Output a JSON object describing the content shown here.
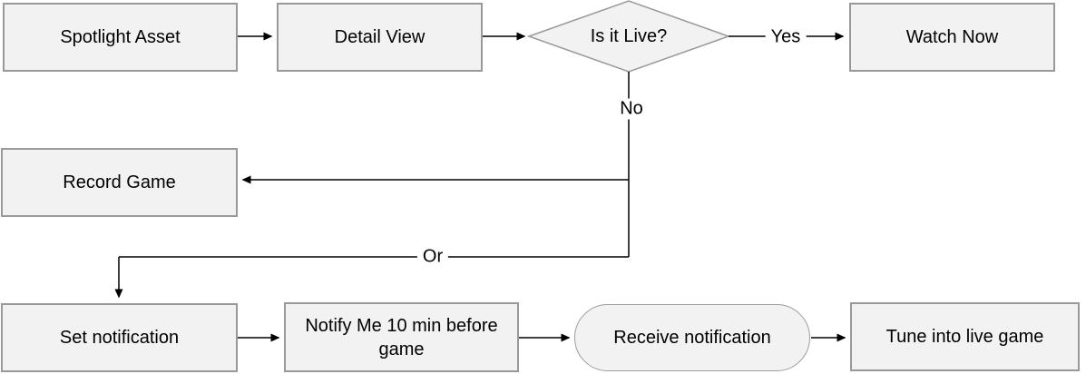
{
  "diagram": {
    "title": "flowchart",
    "colors": {
      "background": "#ffffff",
      "node_fill": "#f2f2f2",
      "node_border": "#999999",
      "connector": "#000000",
      "text": "#000000"
    },
    "nodes": {
      "spotlight_asset": {
        "label": "Spotlight Asset",
        "type": "process"
      },
      "detail_view": {
        "label": "Detail View",
        "type": "process"
      },
      "is_it_live": {
        "label": "Is it Live?",
        "type": "decision"
      },
      "watch_now": {
        "label": "Watch Now",
        "type": "process"
      },
      "record_game": {
        "label": "Record Game",
        "type": "process"
      },
      "set_notification": {
        "label": "Set notification",
        "type": "process"
      },
      "notify_me": {
        "label": "Notify Me 10 min before game",
        "type": "process"
      },
      "receive_notification": {
        "label": "Receive notification",
        "type": "terminator"
      },
      "tune_into_live_game": {
        "label": "Tune into live game",
        "type": "process"
      }
    },
    "edge_labels": {
      "yes": "Yes",
      "no": "No",
      "or": "Or"
    },
    "edges": [
      {
        "from": "spotlight_asset",
        "to": "detail_view",
        "label": ""
      },
      {
        "from": "detail_view",
        "to": "is_it_live",
        "label": ""
      },
      {
        "from": "is_it_live",
        "to": "watch_now",
        "label": "Yes"
      },
      {
        "from": "is_it_live",
        "to": "record_game",
        "label": "No"
      },
      {
        "from": "is_it_live",
        "to": "set_notification",
        "label": "Or"
      },
      {
        "from": "set_notification",
        "to": "notify_me",
        "label": ""
      },
      {
        "from": "notify_me",
        "to": "receive_notification",
        "label": ""
      },
      {
        "from": "receive_notification",
        "to": "tune_into_live_game",
        "label": ""
      }
    ]
  }
}
